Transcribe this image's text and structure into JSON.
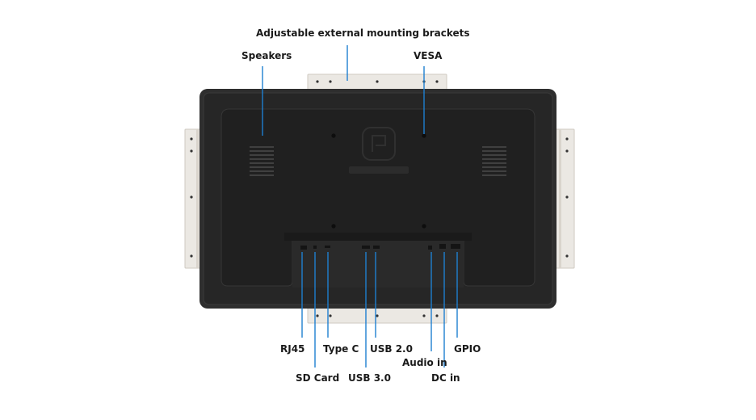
{
  "callouts": {
    "brackets": "Adjustable external mounting brackets",
    "speakers": "Speakers",
    "vesa": "VESA",
    "rj45": "RJ45",
    "sd_card": "SD Card",
    "type_c": "Type C",
    "usb30": "USB 3.0",
    "usb20": "USB 2.0",
    "audio_in": "Audio in",
    "dc_in": "DC in",
    "gpio": "GPIO"
  },
  "colors": {
    "leader_line": "#1e7fd0",
    "panel_frame": "#2e2e2e",
    "panel_back": "#232323",
    "bracket": "#ebe8e3",
    "text": "#1a1a1a"
  }
}
